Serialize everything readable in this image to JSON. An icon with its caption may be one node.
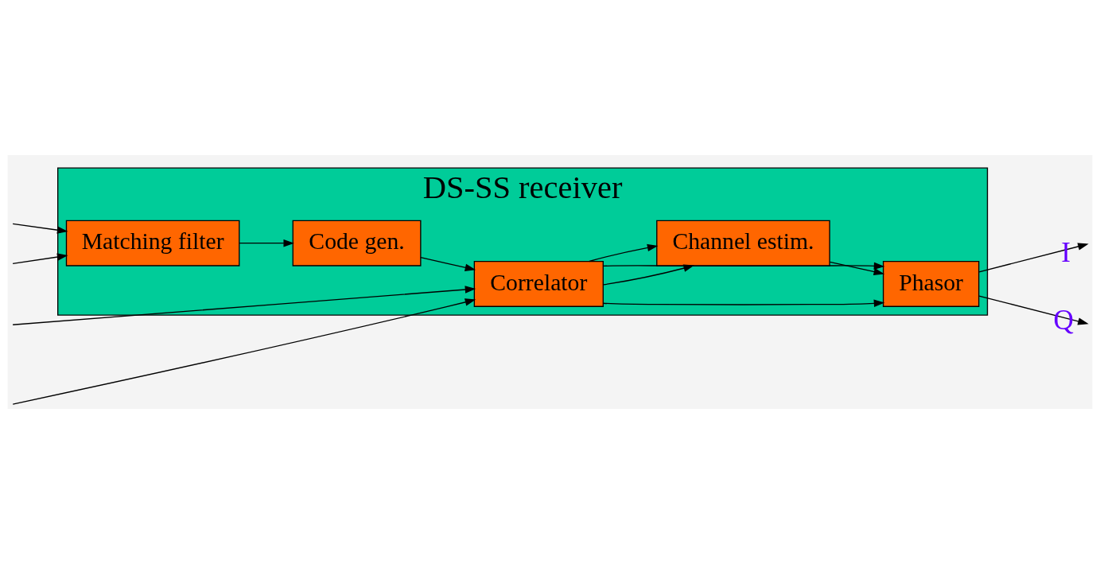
{
  "diagram": {
    "nodes": [
      {
        "text": [
          "DS-SS receiver"
        ]
      },
      {
        "text": [
          "Correlator"
        ],
        "in": 0
      },
      {
        "text": [
          "Phasor"
        ],
        "in": 0
      },
      {
        "text": [
          "Code gen."
        ],
        "in": 0
      },
      {
        "text": [
          "Matching filter"
        ],
        "in": 0
      },
      {
        "text": [
          "Channel estim."
        ],
        "in": 0
      }
    ],
    "edges": [
      {
        "from": null,
        "to": 1,
        "arrow": "to"
      },
      {
        "from": null,
        "to": 1,
        "arrow": "to"
      },
      {
        "from": null,
        "to": 4,
        "arrow": "to"
      },
      {
        "from": null,
        "to": 4,
        "arrow": "to"
      },
      {
        "from": 4,
        "to": 3,
        "arrow": "to"
      },
      {
        "from": 3,
        "to": 1,
        "arrow": "to"
      },
      {
        "from": 1,
        "to": 2,
        "arrow": "to"
      },
      {
        "from": 1,
        "to": 2,
        "arrow": "to"
      },
      {
        "from": 1,
        "to": 5,
        "arrow": "to"
      },
      {
        "from": 1,
        "to": 5,
        "arrow": "to"
      },
      {
        "from": 5,
        "to": 2,
        "arrow": "to"
      },
      {
        "from": 2,
        "to": null,
        "arrow": "to",
        "label": "I"
      },
      {
        "from": 2,
        "to": null,
        "arrow": "to",
        "label": "Q"
      }
    ]
  }
}
